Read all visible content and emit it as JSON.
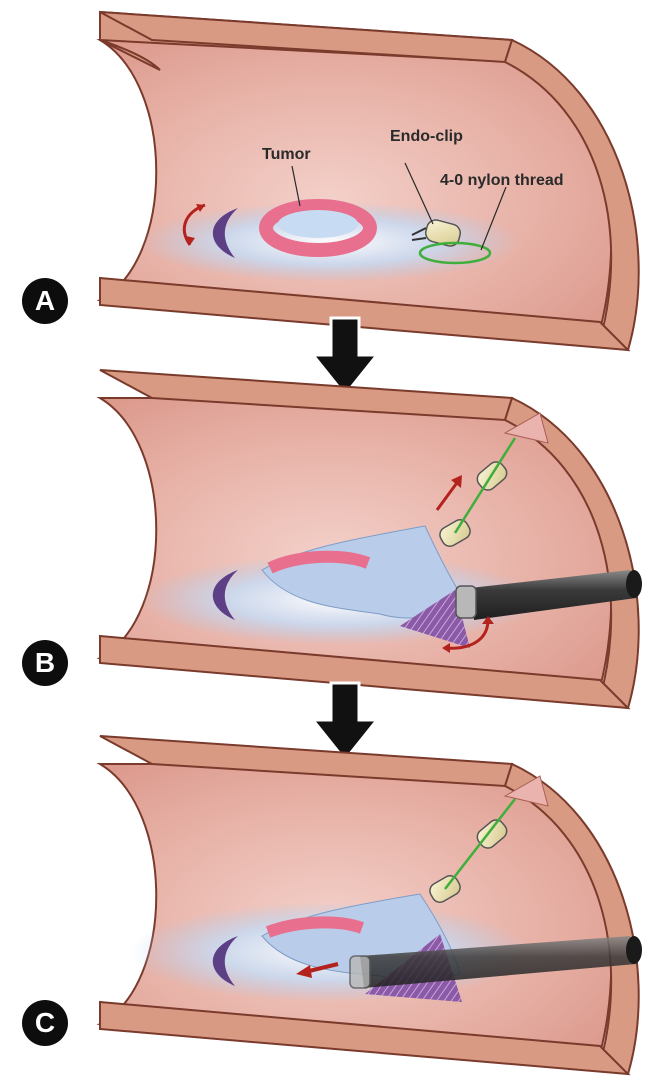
{
  "figure": {
    "panels": [
      {
        "label": "A"
      },
      {
        "label": "B"
      },
      {
        "label": "C"
      }
    ],
    "annotations": {
      "tumor": "Tumor",
      "endo_clip": "Endo-clip",
      "nylon_thread": "4-0 nylon thread"
    },
    "colors": {
      "wall_outer": "#d99a84",
      "wall_inner": "#e8b4aa",
      "wall_edge": "#7a3a2c",
      "mucosa_fluid": "#bcd2ee",
      "tumor_pink": "#e8708e",
      "clip_body": "#ece2b6",
      "thread_green": "#3fae3a",
      "motion_arrow": "#b3221c",
      "endoscope": "#3d3d3d",
      "flow_arrow": "#111111"
    }
  }
}
